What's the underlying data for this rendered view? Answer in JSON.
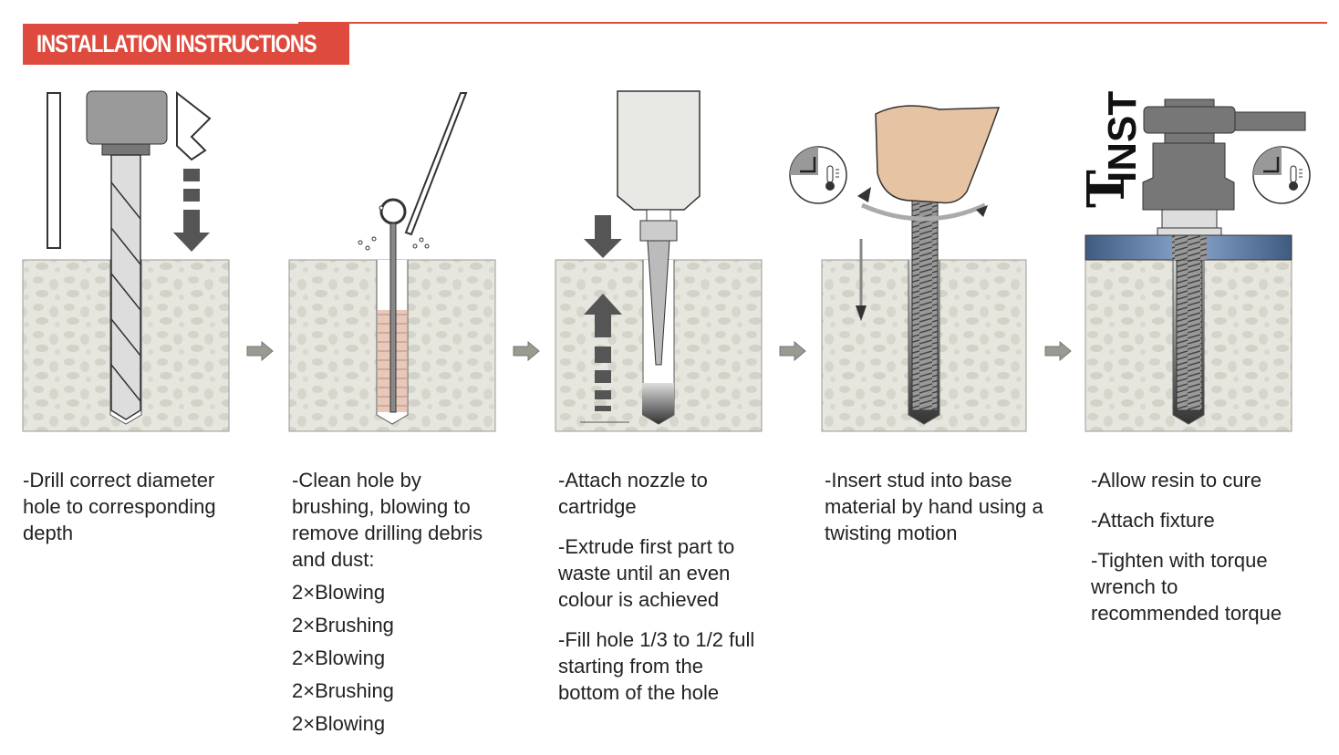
{
  "header": {
    "title": "INSTALLATION INSTRUCTIONS"
  },
  "colors": {
    "accent": "#de4b3e",
    "concrete": "#e6e6de",
    "tool": "#6d6d6d",
    "plate": "#5f7fa8"
  },
  "steps": [
    {
      "paragraphs": [
        "-Drill correct diameter hole to corresponding depth"
      ]
    },
    {
      "paragraphs": [
        "-Clean hole by brushing, blowing to remove drilling debris and dust:"
      ],
      "repeats": [
        "2×Blowing",
        "2×Brushing",
        "2×Blowing",
        "2×Brushing",
        "2×Blowing"
      ]
    },
    {
      "paragraphs": [
        "-Attach nozzle to cartridge",
        "-Extrude first part to waste until an even colour is achieved",
        "-Fill hole 1/3 to 1/2 full starting from the bottom of  the hole"
      ]
    },
    {
      "paragraphs": [
        "-Insert stud into base material by hand using a twisting motion"
      ]
    },
    {
      "paragraphs": [
        "-Allow resin to cure",
        "-Attach fixture",
        "-Tighten with torque wrench to recommended torque"
      ]
    }
  ],
  "illustration": {
    "torque_label_t": "T",
    "torque_label_inst": "INST"
  }
}
